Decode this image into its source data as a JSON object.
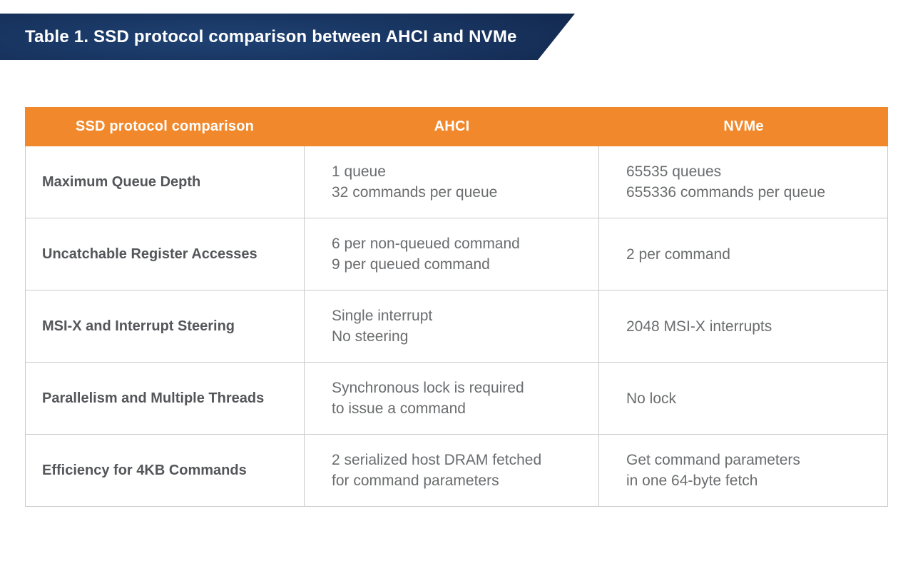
{
  "banner": {
    "title": "Table 1. SSD protocol comparison between AHCI and NVMe"
  },
  "colors": {
    "banner_navy_light": "#1f4273",
    "banner_navy_dark": "#0a1830",
    "header_orange": "#f1882b",
    "border_gray": "#c9cacb",
    "feature_text_gray": "#54565a",
    "value_text_gray": "#6a6c6e"
  },
  "table": {
    "headers": [
      "SSD protocol comparison",
      "AHCI",
      "NVMe"
    ],
    "rows": [
      {
        "feature": "Maximum Queue Depth",
        "ahci": [
          "1 queue",
          "32 commands per queue"
        ],
        "nvme": [
          "65535 queues",
          "655336 commands per queue"
        ]
      },
      {
        "feature": "Uncatchable Register Accesses",
        "ahci": [
          "6 per non-queued command",
          "9 per queued command"
        ],
        "nvme": [
          "2 per command"
        ]
      },
      {
        "feature": "MSI-X and Interrupt Steering",
        "ahci": [
          "Single interrupt",
          "No steering"
        ],
        "nvme": [
          "2048 MSI-X interrupts"
        ]
      },
      {
        "feature": "Parallelism and Multiple Threads",
        "ahci": [
          "Synchronous lock is required",
          "to issue a command"
        ],
        "nvme": [
          "No lock"
        ]
      },
      {
        "feature": "Efficiency for 4KB Commands",
        "ahci": [
          "2 serialized host DRAM fetched",
          "for command parameters"
        ],
        "nvme": [
          "Get command parameters",
          "in one 64-byte fetch"
        ]
      }
    ]
  }
}
